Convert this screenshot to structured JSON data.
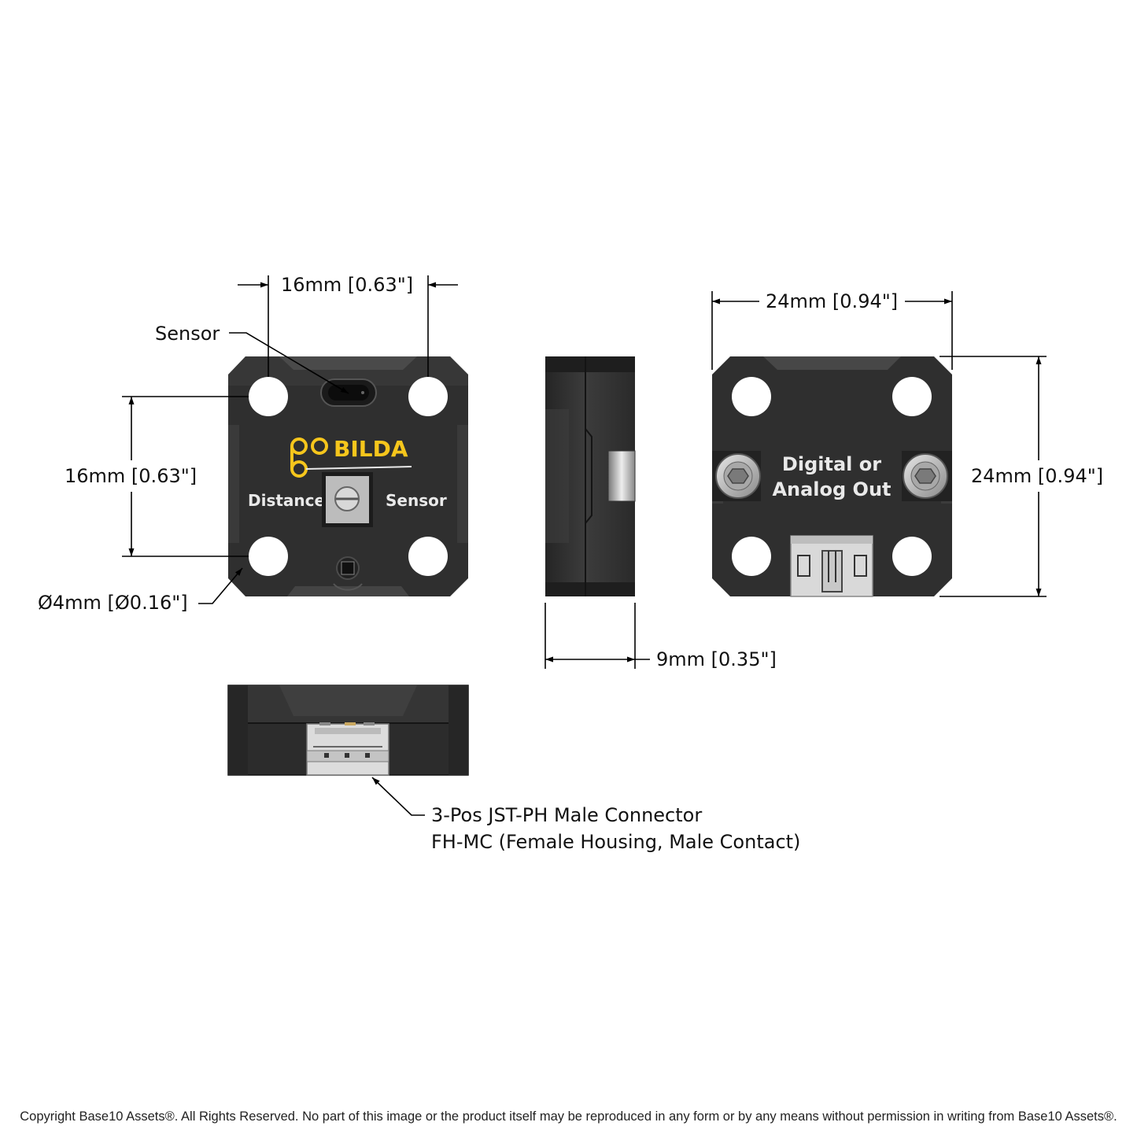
{
  "front_view": {
    "brand_logo": "goBILDA",
    "label_left": "Distance",
    "label_right": "Sensor",
    "callout_sensor": "Sensor",
    "dim_hole_spacing_horizontal": "16mm [0.63\"]",
    "dim_hole_spacing_vertical": "16mm [0.63\"]",
    "dim_hole_diameter": "Ø4mm [Ø0.16\"]"
  },
  "side_view": {
    "dim_thickness": "9mm [0.35\"]"
  },
  "back_view": {
    "label_line1": "Digital or",
    "label_line2": "Analog Out",
    "dim_width": "24mm [0.94\"]",
    "dim_height": "24mm [0.94\"]"
  },
  "bottom_view": {
    "connector_line1": "3-Pos JST-PH Male Connector",
    "connector_line2": "FH-MC (Female Housing, Male Contact)"
  },
  "footer": {
    "copyright": "Copyright Base10 Assets®.  All Rights Reserved. No part of this image or the product itself may be reproduced in any form or by any means without permission in writing from Base10 Assets®."
  },
  "colors": {
    "body": "#2e2e2e",
    "body_highlight": "#474747",
    "brand_yellow": "#f6c61c",
    "connector": "#d9d9d9"
  }
}
